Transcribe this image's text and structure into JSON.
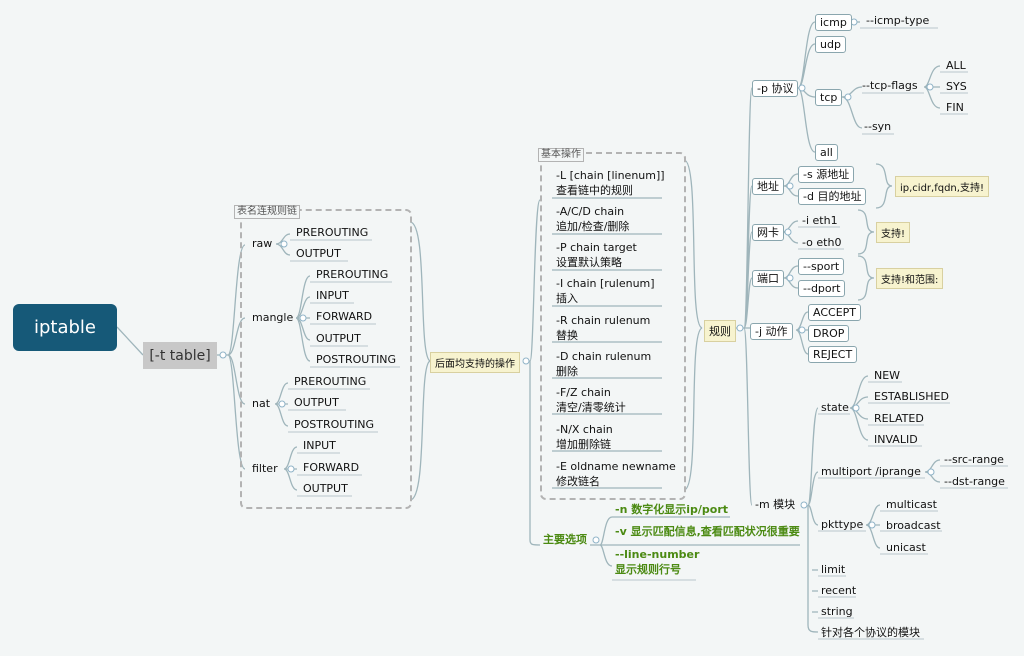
{
  "root": "iptable",
  "t_table": "[-t table]",
  "chain_group": {
    "title": "表名连规则链",
    "tables": [
      {
        "name": "raw",
        "chains": [
          "PREROUTING",
          "OUTPUT"
        ]
      },
      {
        "name": "mangle",
        "chains": [
          "PREROUTING",
          "INPUT",
          "FORWARD",
          "OUTPUT",
          "POSTROUTING"
        ]
      },
      {
        "name": "nat",
        "chains": [
          "PREROUTING",
          "OUTPUT",
          "POSTROUTING"
        ]
      },
      {
        "name": "filter",
        "chains": [
          "INPUT",
          "FORWARD",
          "OUTPUT"
        ]
      }
    ]
  },
  "supported_ops": "后面均支持的操作",
  "basic_ops": {
    "title": "基本操作",
    "items": [
      {
        "cmd": "-L [chain [linenum]]",
        "desc": "查看链中的规则"
      },
      {
        "cmd": "-A/C/D chain",
        "desc": "追加/检查/删除"
      },
      {
        "cmd": "-P chain target",
        "desc": "设置默认策略"
      },
      {
        "cmd": "-I  chain [rulenum]",
        "desc": "插入"
      },
      {
        "cmd": "-R  chain rulenum",
        "desc": "替换"
      },
      {
        "cmd": "-D chain rulenum",
        "desc": "删除"
      },
      {
        "cmd": "-F/Z chain",
        "desc": "清空/清零统计"
      },
      {
        "cmd": "-N/X chain",
        "desc": "增加删除链"
      },
      {
        "cmd": "-E oldname newname",
        "desc": "修改链名"
      }
    ]
  },
  "main_options": {
    "title": "主要选项",
    "items": [
      "-n 数字化显示ip/port",
      "-v 显示匹配信息,查看匹配状况很重要",
      "--line-number",
      "显示规则行号"
    ]
  },
  "rules": {
    "title": "规则",
    "protocol": {
      "label": "-p 协议",
      "icmp": "icmp",
      "icmp_type": "--icmp-type",
      "udp": "udp",
      "tcp": "tcp",
      "tcp_flags": "--tcp-flags",
      "flags": [
        "ALL",
        "SYS",
        "FIN"
      ],
      "syn": "--syn",
      "all": "all"
    },
    "address": {
      "label": "地址",
      "src": "-s 源地址",
      "dst": "-d 目的地址",
      "note": "ip,cidr,fqdn,支持!"
    },
    "nic": {
      "label": "网卡",
      "in": "-i eth1",
      "out": "-o eth0",
      "note": "支持!"
    },
    "port": {
      "label": "端口",
      "sport": "--sport",
      "dport": "--dport",
      "note": "支持!和范围:"
    },
    "action": {
      "label": "-j 动作",
      "targets": [
        "ACCEPT",
        "DROP",
        "REJECT"
      ]
    },
    "module": {
      "label": "-m 模块",
      "state": "state",
      "states": [
        "NEW",
        "ESTABLISHED",
        "RELATED",
        "INVALID"
      ],
      "multiport": "multiport /iprange",
      "ranges": [
        "--src-range",
        "--dst-range"
      ],
      "pkttype": "pkttype",
      "pkttypes": [
        "multicast",
        "broadcast",
        "unicast"
      ],
      "others": [
        "limit",
        "recent",
        "string",
        "针对各个协议的模块"
      ]
    }
  }
}
